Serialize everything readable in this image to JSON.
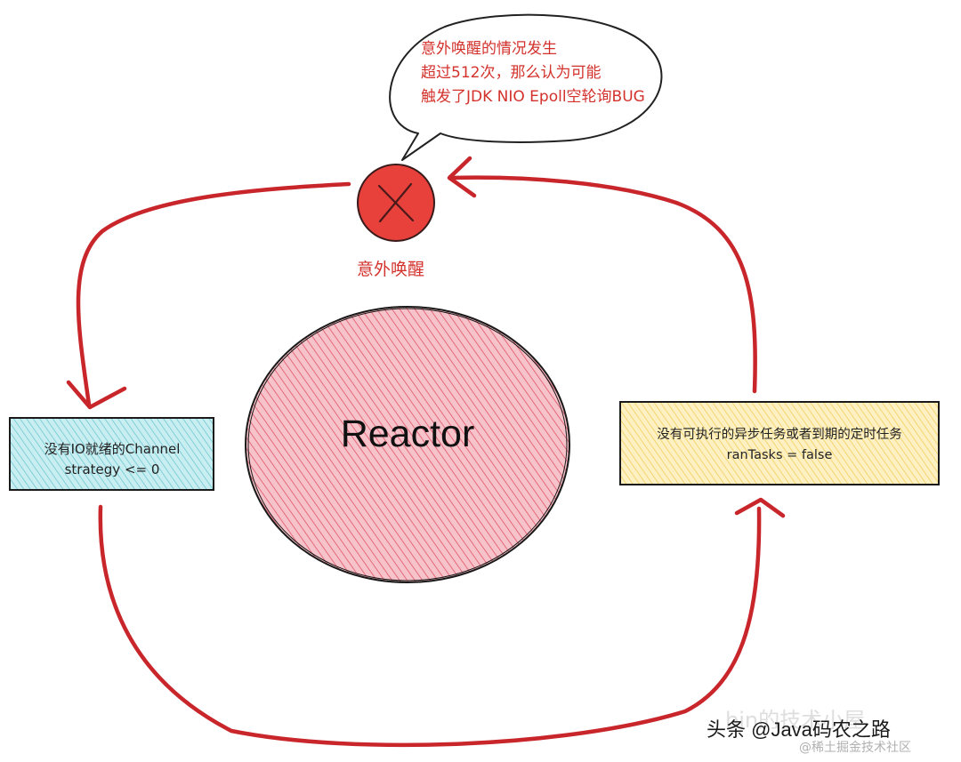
{
  "bubble": {
    "lines": [
      "意外唤醒的情况发生",
      "超过512次，那么认为可能",
      "触发了JDK NIO Epoll空轮询BUG"
    ]
  },
  "wakeup": {
    "label": "意外唤醒",
    "icon": "x-circle-icon"
  },
  "reactor": {
    "label": "Reactor"
  },
  "left_box": {
    "line1": "没有IO就绪的Channel",
    "line2": "strategy  <=  0"
  },
  "right_box": {
    "line1": "没有可执行的异步任务或者到期的定时任务",
    "line2": "ranTasks = false"
  },
  "watermarks": {
    "primary": "头条 @Java码农之路",
    "faint": "bin的技术小屋",
    "small": "@稀土掘金技术社区"
  },
  "colors": {
    "arrow": "#c8262b",
    "accent_text": "#d3322c",
    "reactor_fill": "#f3a9b2",
    "reactor_hatch": "#e46a7c",
    "left_box_fill": "#a8dfe6",
    "right_box_fill": "#fbe49a",
    "wake_circle": "#e8413c"
  }
}
